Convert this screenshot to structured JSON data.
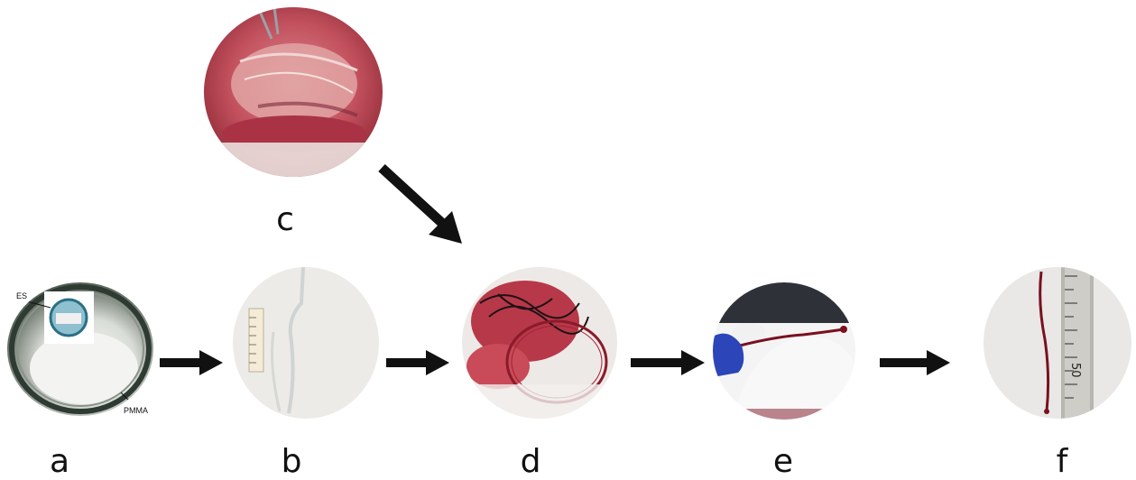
{
  "panels": [
    {
      "id": "a",
      "label": "a",
      "annotations": [
        "ES",
        "PMMA"
      ]
    },
    {
      "id": "b",
      "label": "b"
    },
    {
      "id": "c",
      "label": "c"
    },
    {
      "id": "d",
      "label": "d"
    },
    {
      "id": "e",
      "label": "e"
    },
    {
      "id": "f",
      "label": "f",
      "ruler_mark": "50"
    }
  ],
  "colors": {
    "arrow": "#111111",
    "tissue": "#b63a4a",
    "blood": "#7a1020",
    "glove": "#2c45b8"
  }
}
